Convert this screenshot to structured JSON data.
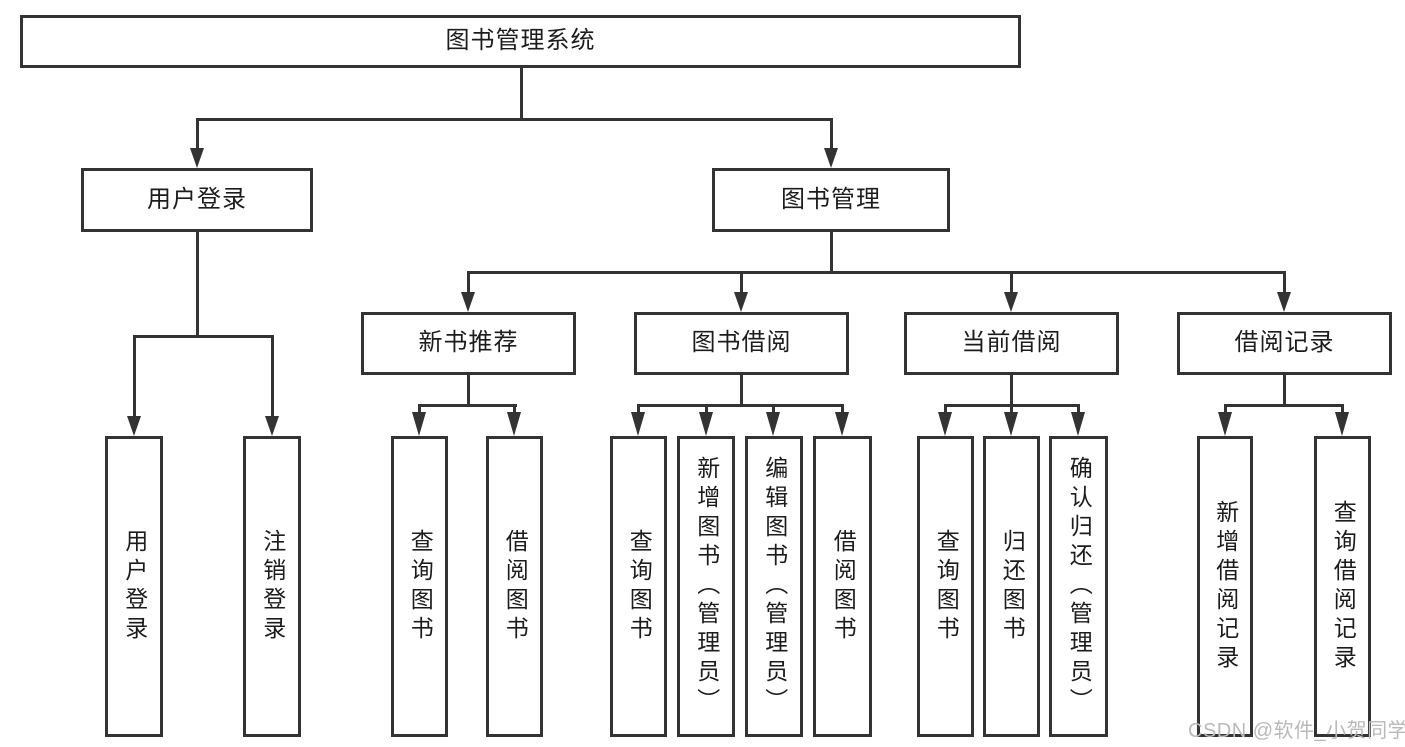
{
  "diagram": {
    "root": {
      "label": "图书管理系统",
      "children": [
        {
          "label": "用户登录",
          "children": [
            {
              "label": "用户登录"
            },
            {
              "label": "注销登录"
            }
          ]
        },
        {
          "label": "图书管理",
          "children": [
            {
              "label": "新书推荐",
              "children": [
                {
                  "label": "查询图书"
                },
                {
                  "label": "借阅图书"
                }
              ]
            },
            {
              "label": "图书借阅",
              "children": [
                {
                  "label": "查询图书"
                },
                {
                  "label": "新增图书（管理员）"
                },
                {
                  "label": "编辑图书（管理员）"
                },
                {
                  "label": "借阅图书"
                }
              ]
            },
            {
              "label": "当前借阅",
              "children": [
                {
                  "label": "查询图书"
                },
                {
                  "label": "归还图书"
                },
                {
                  "label": "确认归还（管理员）"
                }
              ]
            },
            {
              "label": "借阅记录",
              "children": [
                {
                  "label": "新增借阅记录"
                },
                {
                  "label": "查询借阅记录"
                }
              ]
            }
          ]
        }
      ]
    }
  },
  "watermark": {
    "text": "CSDN @软件_小贺同学"
  },
  "colors": {
    "line": "#333333",
    "border": "#333333",
    "text": "#1c1c1c",
    "background": "#ffffff",
    "watermark": "#b9b9b9"
  }
}
